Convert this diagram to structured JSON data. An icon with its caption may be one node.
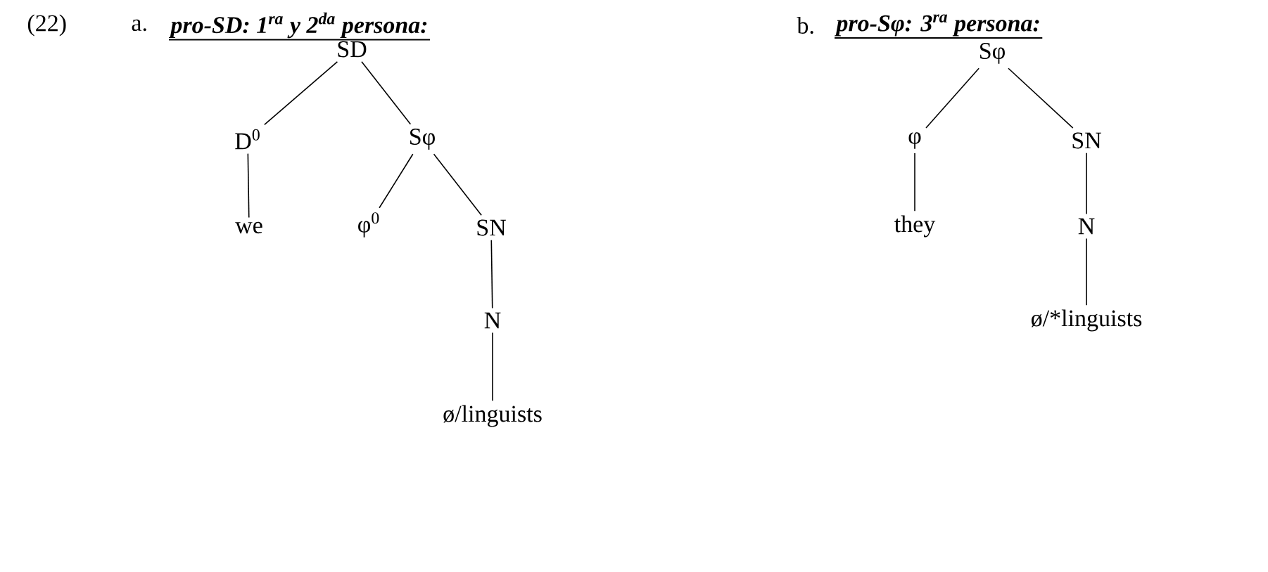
{
  "diagram": {
    "nodes": [
      {
        "text": [
          "SD"
        ]
      },
      {
        "text": [
          "D$^{0}$"
        ]
      },
      {
        "text": [
          "Sφ"
        ]
      },
      {
        "text": [
          "we"
        ]
      },
      {
        "text": [
          "φ$^{0}$"
        ]
      },
      {
        "text": [
          "SN"
        ]
      },
      {
        "text": [
          "N"
        ]
      },
      {
        "text": [
          "ø/linguists"
        ]
      },
      {
        "text": [
          "Sφ"
        ]
      },
      {
        "text": [
          "φ"
        ]
      },
      {
        "text": [
          "SN"
        ]
      },
      {
        "text": [
          "they"
        ]
      },
      {
        "text": [
          "N"
        ]
      },
      {
        "text": [
          "ø/*linguists"
        ]
      }
    ],
    "edges": [
      {
        "from": 0,
        "to": 1,
        "arrow": "none"
      },
      {
        "from": 0,
        "to": 2,
        "arrow": "none"
      },
      {
        "from": 1,
        "to": 3,
        "arrow": "none"
      },
      {
        "from": 2,
        "to": 4,
        "arrow": "none"
      },
      {
        "from": 2,
        "to": 5,
        "arrow": "none"
      },
      {
        "from": 5,
        "to": 6,
        "arrow": "none"
      },
      {
        "from": 6,
        "to": 7,
        "arrow": "none"
      },
      {
        "from": 8,
        "to": 9,
        "arrow": "none"
      },
      {
        "from": 8,
        "to": 10,
        "arrow": "none"
      },
      {
        "from": 9,
        "to": 11,
        "arrow": "none"
      },
      {
        "from": 10,
        "to": 12,
        "arrow": "none"
      },
      {
        "from": 12,
        "to": 13,
        "arrow": "none"
      }
    ],
    "labels": [
      "(22)",
      "a.",
      "pro-SD: 1$^{ra}$ y 2$^{da}$ persona:",
      "b.",
      "pro-Sφ: 3$^{ra}$ persona:"
    ]
  }
}
